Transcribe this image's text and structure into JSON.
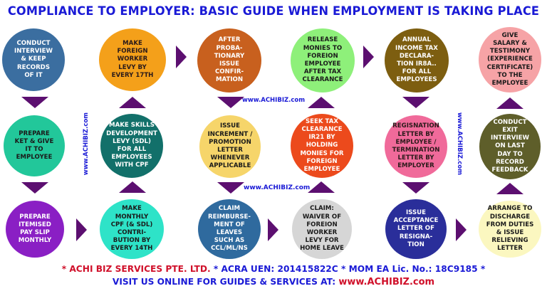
{
  "title": "COMPLIANCE TO EMPLOYER: BASIC GUIDE WHEN EMPLOYMENT IS TAKING PLACE",
  "watermark": "www.ACHIBIZ.com",
  "colors": {
    "title": "#1a1ad6",
    "arrow": "#5c0f70",
    "footer_red": "#d0102a",
    "footer_blue": "#1a1ad6"
  },
  "steps": [
    {
      "id": "c1r1",
      "text": "CONDUCT\nINTERVIEW\n& KEEP\nRECORDS\nOF IT",
      "bg": "#3b6ea0",
      "fg": "#ffffff"
    },
    {
      "id": "c1r2",
      "text": "PREPARE\nKET & GIVE\nIT TO\nEMPLOYEE",
      "bg": "#22c79a",
      "fg": "#1a1a1a"
    },
    {
      "id": "c1r3",
      "text": "PREPARE\nITEMISED\nPAY SLIP\nMONTHLY",
      "bg": "#8a1fc4",
      "fg": "#ffffff"
    },
    {
      "id": "c2r3",
      "text": "MAKE\nMONTHLY\nCPF (& SDL)\nCONTRI-\nBUTION BY\nEVERY 14TH",
      "bg": "#2ee3c8",
      "fg": "#1a1a1a"
    },
    {
      "id": "c2r2",
      "text": "MAKE SKILLS\nDEVELOPMENT\nLEVY (SDL)\nFOR ALL\nEMPLOYEES\nWITH CPF",
      "bg": "#12706a",
      "fg": "#ffffff"
    },
    {
      "id": "c2r1",
      "text": "MAKE\nFOREIGN\nWORKER\nLEVY BY\nEVERY 17TH",
      "bg": "#f4a01a",
      "fg": "#2a1a1a"
    },
    {
      "id": "c3r1",
      "text": "AFTER\nPROBA-\nTIONARY\nISSUE\nCONFIR-\nMATION",
      "bg": "#c8601e",
      "fg": "#ffffff"
    },
    {
      "id": "c3r2",
      "text": "ISSUE\nINCREMENT /\nPROMOTION\nLETTER\nWHENEVER\nAPPLICABLE",
      "bg": "#f6d56a",
      "fg": "#1a1a1a"
    },
    {
      "id": "c3r3",
      "text": "CLAIM\nREIMBURSE-\nMENT OF\nLEAVES\nSUCH AS\nCCL/ML/NS",
      "bg": "#2f6a9e",
      "fg": "#ffffff"
    },
    {
      "id": "c4r3",
      "text": "CLAIM:\nWAIVER OF\nFOREION\nWORKER\nLEVY FOR\nHOME LEAVE",
      "bg": "#d6d6d6",
      "fg": "#1a1a1a"
    },
    {
      "id": "c4r2",
      "text": "SEEK TAX\nCLEARANCE\nIR21 BY\nHOLDING\nMONIES FOR\nFOREIGN\nEMPLOYEE",
      "bg": "#ec4a1c",
      "fg": "#ffffff"
    },
    {
      "id": "c4r1",
      "text": "RELEASE\nMONIES TO\nFOREION\nEMPLOYEE\nAFTER TAX\nCLEARANCE",
      "bg": "#8ef07a",
      "fg": "#1a1a1a"
    },
    {
      "id": "c5r1",
      "text": "ANNUAL\nINCOME TAX\nDECLARA-\nTION IR8A..\nFOR ALL\nEMPLOYEES",
      "bg": "#7d5e10",
      "fg": "#ffffff"
    },
    {
      "id": "c5r2",
      "text": "REGISNATION\nLETTER BY\nEMPLOYEE /\nTERMINATION\nLETTER BY\nEMPLOYER",
      "bg": "#f06a9a",
      "fg": "#2a1a1a"
    },
    {
      "id": "c5r3",
      "text": "ISSUE\nACCEPTANCE\nLETTER OF\nRESIGNA-\nTION",
      "bg": "#2a2e9a",
      "fg": "#ffffff"
    },
    {
      "id": "c6r3",
      "text": "ARRANGE TO\nDISCHARGE\nFROM DUTIES\n& ISSUE\nRELIEVING\nLETTER",
      "bg": "#fbf7c0",
      "fg": "#1a1a1a"
    },
    {
      "id": "c6r2",
      "text": "CONDUCT\nEXIT\nINTERVIEW\nON LAST\nDAY TO\nRECORD\nFEEDBACK",
      "bg": "#5e5e2a",
      "fg": "#ffffff"
    },
    {
      "id": "c6r1",
      "text": "GIVE\nSALARY &\nTESTIMONY\n(EXPERIENCE\nCERTIFICATE)\nTO THE\nEMPLOYEE",
      "bg": "#f6a3a6",
      "fg": "#1a1a1a"
    }
  ],
  "footer": {
    "line1_red": "* ACHI BIZ SERVICES PTE. LTD.",
    "line1_blue": " * ACRA UEN: 201415822C * MOM EA Lic. No.: 18C9185 *",
    "line2_blue": "VISIT US ONLINE FOR GUIDES & SERVICES AT:  ",
    "line2_red": "www.ACHIBIZ.com"
  }
}
